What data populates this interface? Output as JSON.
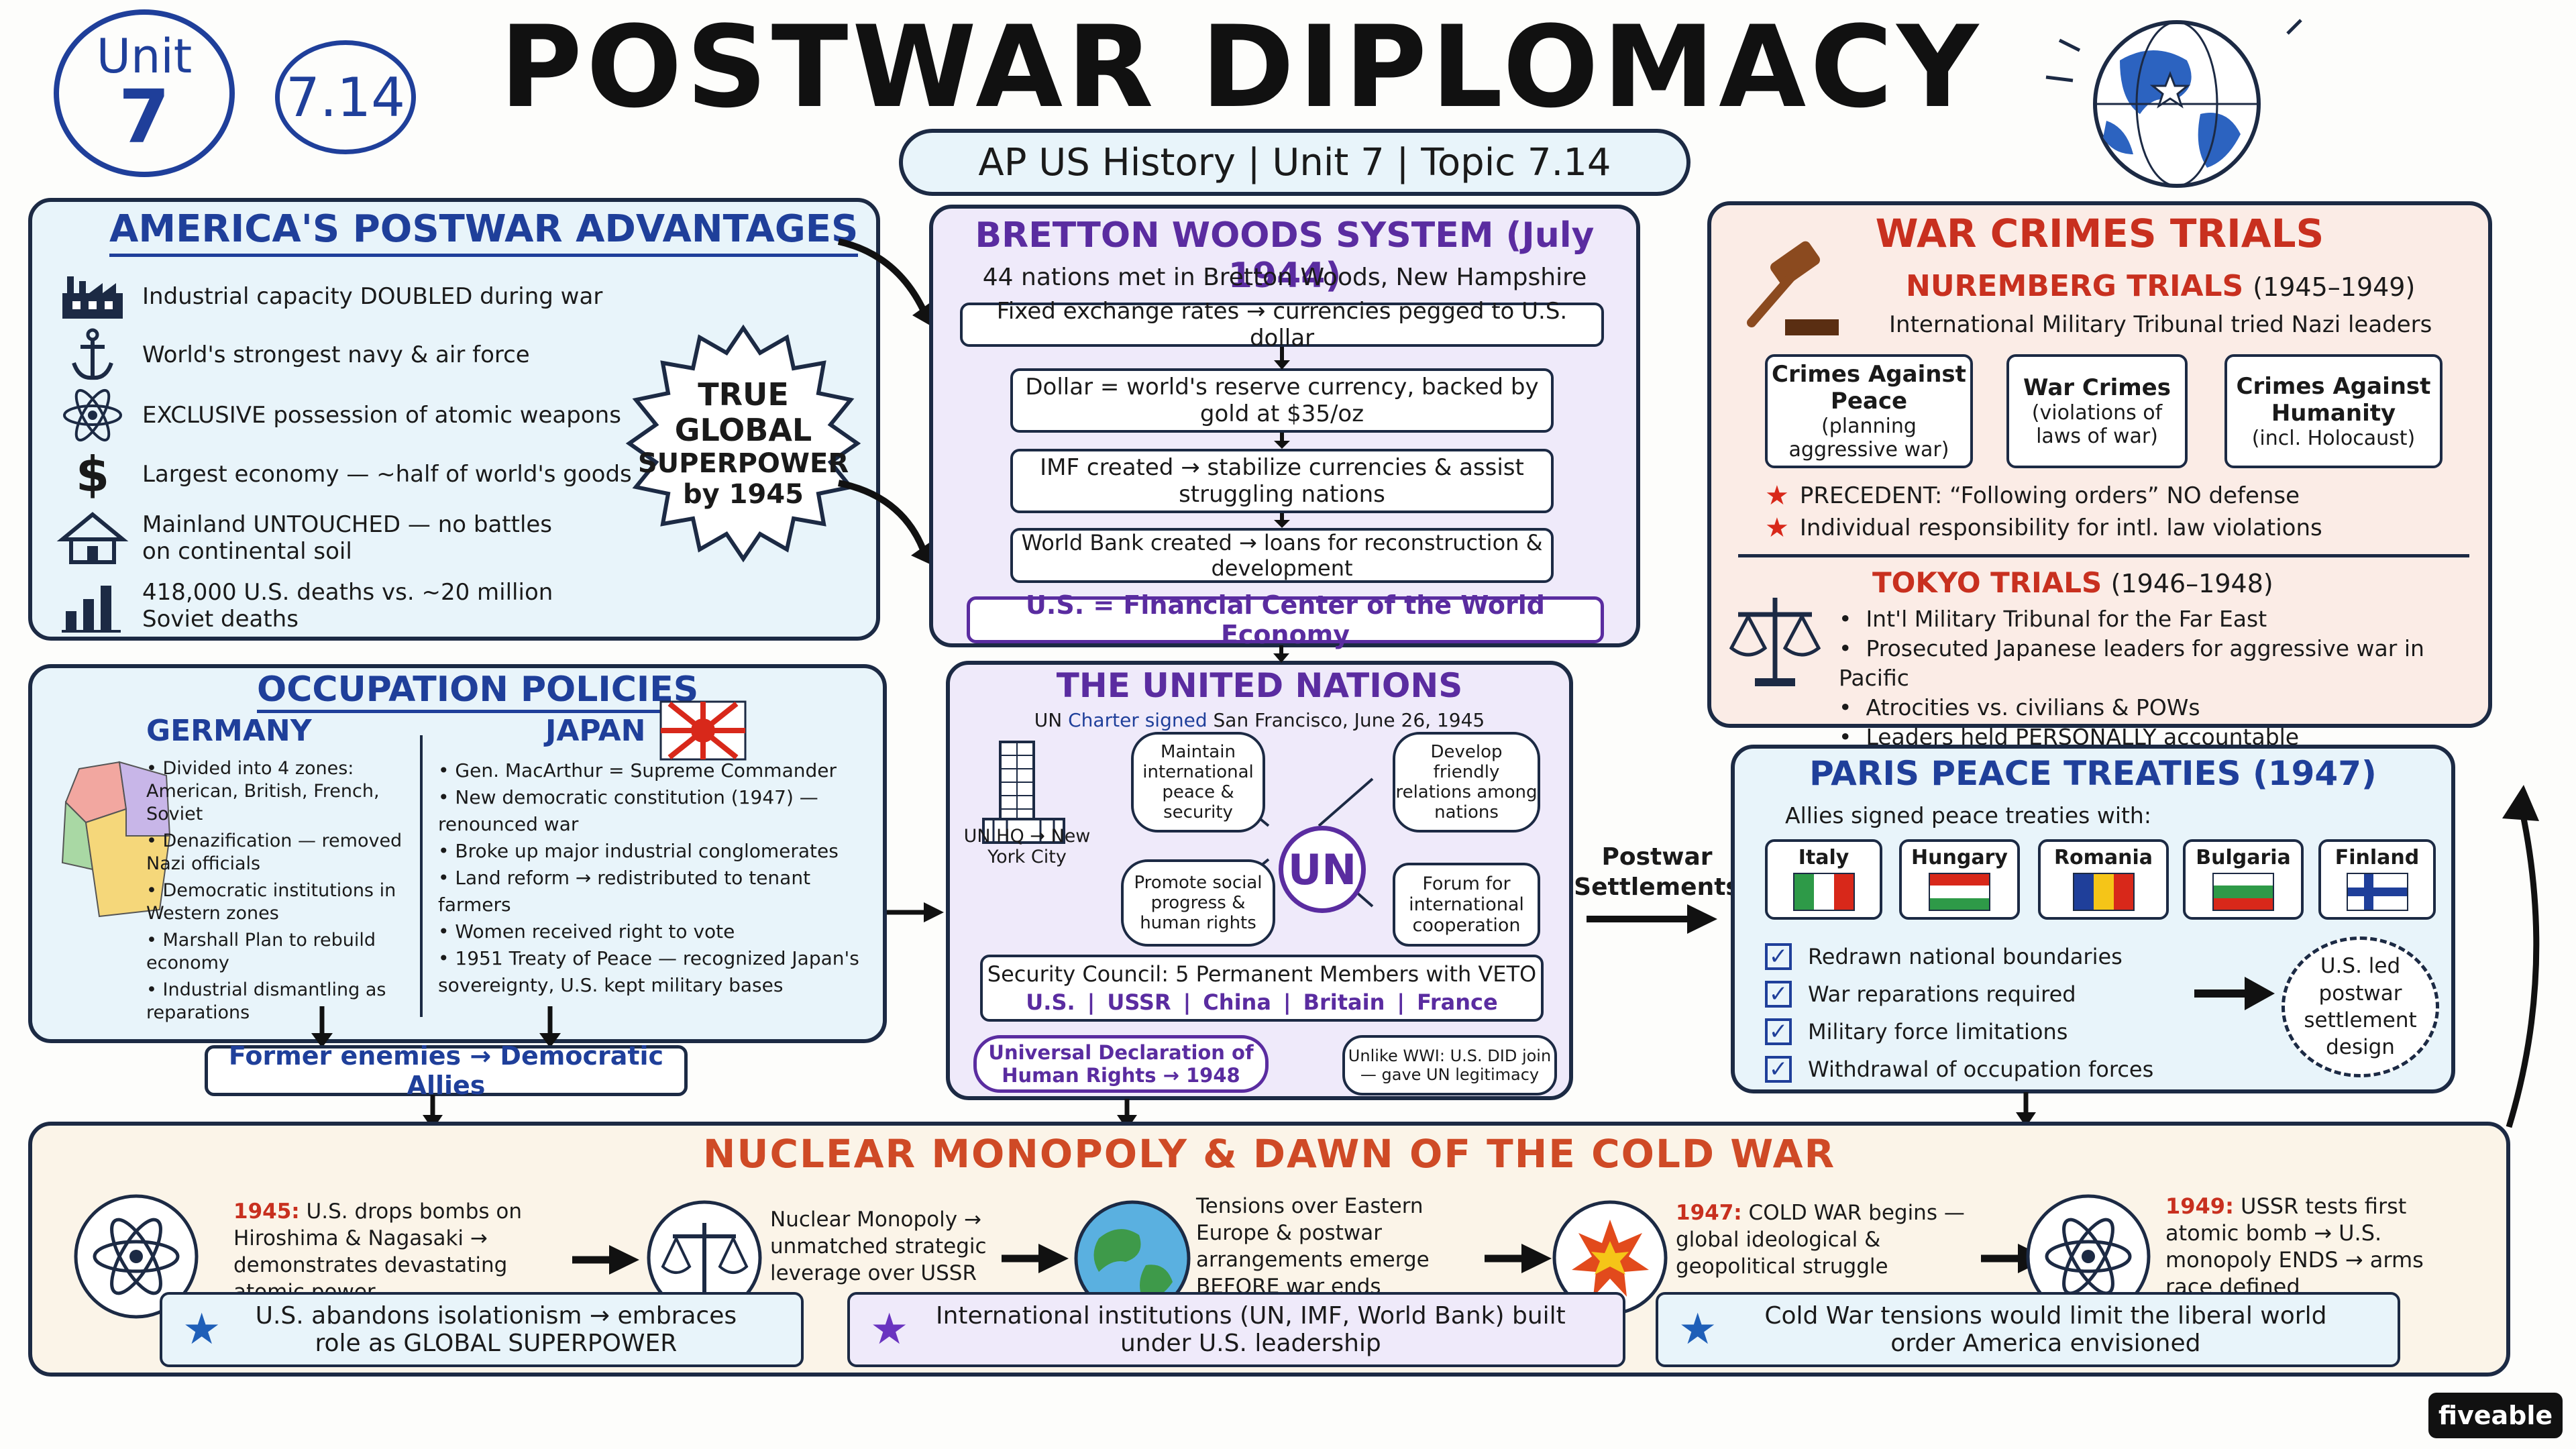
{
  "header": {
    "unit_badge_line1": "Unit",
    "unit_badge_line2": "7",
    "topic_badge": "7.14",
    "title": "POSTWAR DIPLOMACY",
    "subtitle": "AP US History | Unit 7 | Topic 7.14"
  },
  "advantages": {
    "title": "AMERICA'S POSTWAR ADVANTAGES",
    "items": [
      {
        "icon": "factory-icon",
        "text": "Industrial capacity DOUBLED during war"
      },
      {
        "icon": "anchor-icon",
        "text": "World's strongest navy & air force"
      },
      {
        "icon": "atom-icon",
        "text": "EXCLUSIVE possession of atomic weapons"
      },
      {
        "icon": "dollar-icon",
        "text": "Largest economy — ~half of world's goods"
      },
      {
        "icon": "house-icon",
        "text": "Mainland UNTOUCHED — no battles on continental soil"
      },
      {
        "icon": "bar-chart-icon",
        "text": "418,000 U.S. deaths vs. ~20 million Soviet deaths"
      }
    ],
    "burst_line1": "TRUE",
    "burst_line2": "GLOBAL",
    "burst_line3": "SUPERPOWER",
    "burst_line4": "by 1945"
  },
  "bretton": {
    "title": "BRETTON WOODS SYSTEM (July 1944)",
    "subtitle": "44 nations met in Bretton Woods, New Hampshire",
    "steps": [
      "Fixed exchange rates → currencies pegged to U.S. dollar",
      "Dollar = world's reserve currency, backed by gold at $35/oz",
      "IMF created → stabilize currencies & assist struggling nations",
      "World Bank created → loans for reconstruction & development"
    ],
    "conclusion": "U.S. = Financial Center of the World Economy"
  },
  "war_crimes": {
    "title": "WAR CRIMES TRIALS",
    "nuremberg_title": "NUREMBERG TRIALS",
    "nuremberg_years": "(1945–1949)",
    "nuremberg_sub": "International Military Tribunal tried Nazi leaders",
    "charges": [
      {
        "title": "Crimes Against Peace",
        "detail": "(planning aggressive war)"
      },
      {
        "title": "War Crimes",
        "detail": "(violations of laws of war)"
      },
      {
        "title": "Crimes Against Humanity",
        "detail": "(incl. Holocaust)"
      }
    ],
    "precedents": [
      "PRECEDENT: “Following orders” NO defense",
      "Individual responsibility for intl. law violations"
    ],
    "tokyo_title": "TOKYO TRIALS",
    "tokyo_years": "(1946–1948)",
    "tokyo_items": [
      "Int'l Military Tribunal for the Far East",
      "Prosecuted Japanese leaders for aggressive war in Pacific",
      "Atrocities vs. civilians & POWs",
      "Leaders held PERSONALLY accountable"
    ]
  },
  "occupation": {
    "title": "OCCUPATION POLICIES",
    "germany_title": "GERMANY",
    "japan_title": "JAPAN",
    "germany_items": [
      "Divided into 4 zones: American, British, French, Soviet",
      "Denazification — removed Nazi officials",
      "Democratic institutions in Western zones",
      "Marshall Plan to rebuild economy",
      "Industrial dismantling as reparations"
    ],
    "japan_items": [
      "Gen. MacArthur = Supreme Commander",
      "New democratic constitution (1947) — renounced war",
      "Broke up major industrial conglomerates",
      "Land reform → redistributed to tenant farmers",
      "Women received right to vote",
      "1951 Treaty of Peace — recognized Japan's sovereignty, U.S. kept military bases"
    ],
    "conclusion": "Former enemies → Democratic Allies"
  },
  "un": {
    "title": "THE UNITED NATIONS",
    "charter_prefix": "UN",
    "charter_highlight": "Charter signed",
    "charter_suffix": "San Francisco, June 26, 1945",
    "hq_label": "UN HQ → New York City",
    "hub": "UN",
    "goals": [
      "Maintain international peace & security",
      "Develop friendly relations among nations",
      "Promote social progress & human rights",
      "Forum for international cooperation"
    ],
    "security_title": "Security Council: 5 Permanent Members with VETO",
    "members": [
      "U.S.",
      "USSR",
      "China",
      "Britain",
      "France"
    ],
    "udhr": "Universal Declaration of Human Rights → 1948",
    "note": "Unlike WWI: U.S. DID join — gave UN legitimacy"
  },
  "settlements_label": "Postwar Settlements",
  "paris": {
    "title": "PARIS PEACE TREATIES (1947)",
    "subtitle": "Allies signed peace treaties with:",
    "countries": [
      "Italy",
      "Hungary",
      "Romania",
      "Bulgaria",
      "Finland"
    ],
    "checks": [
      "Redrawn national boundaries",
      "War reparations required",
      "Military force limitations",
      "Withdrawal of occupation forces"
    ],
    "outcome": "U.S. led postwar settlement design"
  },
  "nuclear": {
    "title": "NUCLEAR MONOPOLY & DAWN OF THE COLD WAR",
    "steps": [
      {
        "year": "1945:",
        "text": "U.S. drops bombs on Hiroshima & Nagasaki → demonstrates devastating atomic power"
      },
      {
        "year": "",
        "text": "Nuclear Monopoly → unmatched strategic leverage over USSR"
      },
      {
        "year": "",
        "text": "Tensions over Eastern Europe & postwar arrangements emerge BEFORE war ends"
      },
      {
        "year": "1947:",
        "text": "COLD WAR begins — global ideological & geopolitical struggle"
      },
      {
        "year": "1949:",
        "text": "USSR tests first atomic bomb → U.S. monopoly ENDS → arms race defined"
      }
    ],
    "takeaways": [
      "U.S. abandons isolationism → embraces role as GLOBAL SUPERPOWER",
      "International institutions (UN, IMF, World Bank) built under U.S. leadership",
      "Cold War tensions would limit the liberal world order America envisioned"
    ]
  },
  "brand": "fiveable",
  "colors": {
    "navy": "#1c2a44",
    "blue_title": "#1f3f9a",
    "purple_title": "#5a2ca0",
    "red_title": "#c8301f",
    "orange_title": "#cf4a26"
  }
}
